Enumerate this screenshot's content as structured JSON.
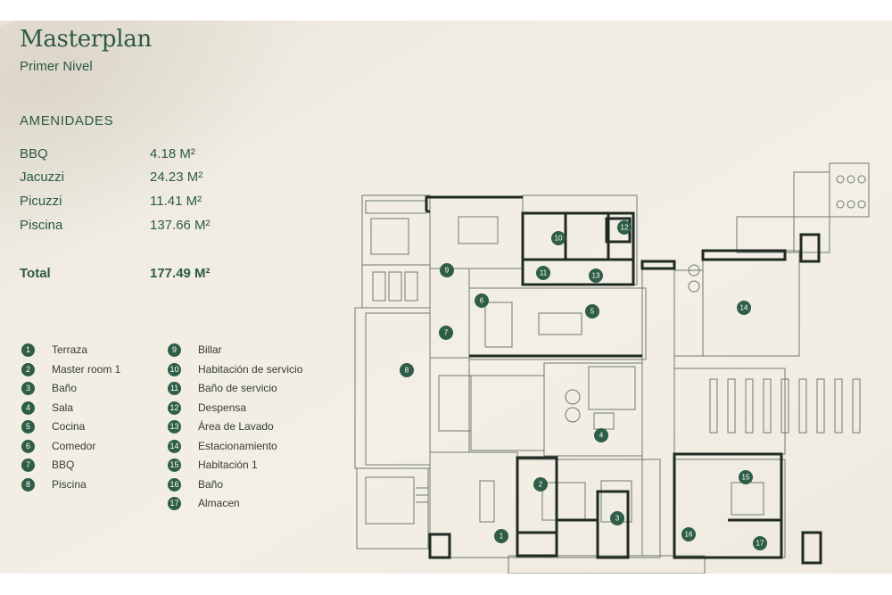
{
  "header": {
    "title": "Masterplan",
    "subtitle": "Primer Nivel"
  },
  "amenities": {
    "heading": "AMENIDADES",
    "rows": [
      {
        "name": "BBQ",
        "area": "4.18 M²"
      },
      {
        "name": "Jacuzzi",
        "area": "24.23 M²"
      },
      {
        "name": "Picuzzi",
        "area": "11.41 M²"
      },
      {
        "name": "Piscina",
        "area": "137.66 M²"
      }
    ],
    "total": {
      "name": "Total",
      "area": "177.49 M²"
    }
  },
  "legend": [
    {
      "num": "1",
      "label": "Terraza"
    },
    {
      "num": "2",
      "label": "Master room 1"
    },
    {
      "num": "3",
      "label": "Baño"
    },
    {
      "num": "4",
      "label": "Sala"
    },
    {
      "num": "5",
      "label": "Cocina"
    },
    {
      "num": "6",
      "label": "Comedor"
    },
    {
      "num": "7",
      "label": "BBQ"
    },
    {
      "num": "8",
      "label": "Piscina"
    },
    {
      "num": "9",
      "label": "Billar"
    },
    {
      "num": "10",
      "label": "Habitación de servicio"
    },
    {
      "num": "11",
      "label": "Baño de servicio"
    },
    {
      "num": "12",
      "label": "Despensa"
    },
    {
      "num": "13",
      "label": "Área de Lavado"
    },
    {
      "num": "14",
      "label": "Estacionamiento"
    },
    {
      "num": "15",
      "label": "Habitación 1"
    },
    {
      "num": "16",
      "label": "Baño"
    },
    {
      "num": "17",
      "label": "Almacen"
    }
  ],
  "plan_markers": [
    "1",
    "2",
    "3",
    "4",
    "5",
    "6",
    "7",
    "8",
    "9",
    "10",
    "11",
    "12",
    "13",
    "14",
    "15",
    "16",
    "17"
  ],
  "colors": {
    "accent": "#2d5a44",
    "badge": "#2e5e47",
    "wall": "#1f2a23",
    "line": "#6d7a70",
    "background": "#f1ede3"
  }
}
